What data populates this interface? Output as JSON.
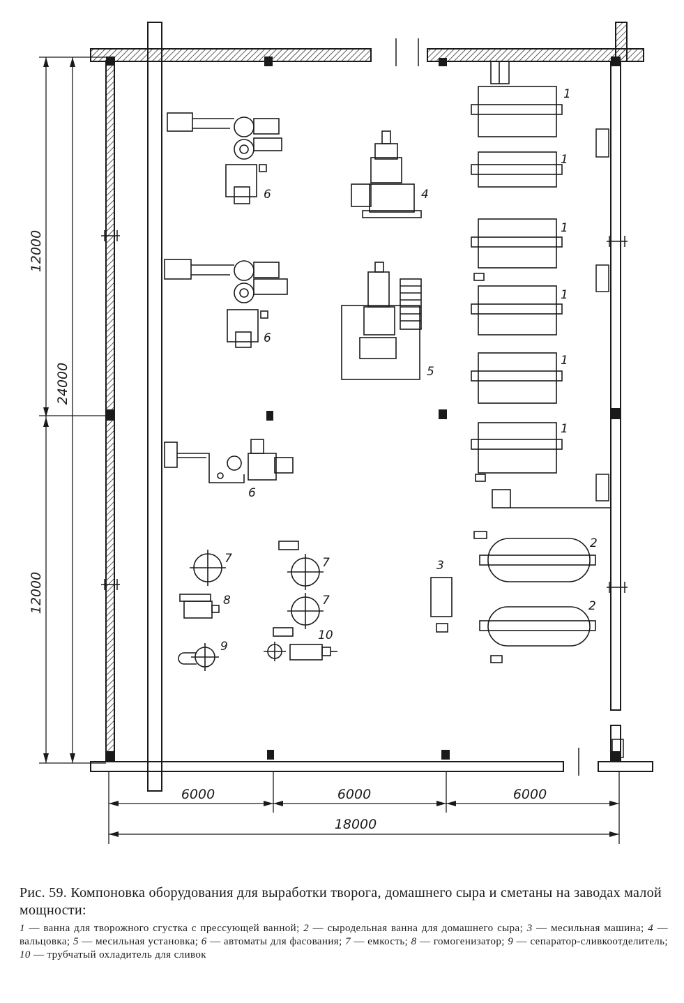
{
  "figure": {
    "number_label": "Рис. 59.",
    "title": "Компоновка оборудования для выработки творога, домашнего сыра и сметаны на заводах малой мощности:",
    "legend": [
      {
        "num": "1",
        "text": "ванна для творожного сгустка с прессующей ванной;"
      },
      {
        "num": "2",
        "text": "сыродельная ванна для домашнего сыра;"
      },
      {
        "num": "3",
        "text": "месильная машина;"
      },
      {
        "num": "4",
        "text": "вальцовка;"
      },
      {
        "num": "5",
        "text": "месильная установка;"
      },
      {
        "num": "6",
        "text": "автоматы для фасования;"
      },
      {
        "num": "7",
        "text": "емкость;"
      },
      {
        "num": "8",
        "text": "гомогенизатор;"
      },
      {
        "num": "9",
        "text": "сепаратор-сливкоотделитель;"
      },
      {
        "num": "10",
        "text": "трубчатый охладитель для сливок"
      }
    ]
  },
  "dimensions": {
    "vertical_upper": "12000",
    "vertical_total": "24000",
    "vertical_lower": "12000",
    "horizontal_bay_1": "6000",
    "horizontal_bay_2": "6000",
    "horizontal_bay_3": "6000",
    "horizontal_total": "18000"
  },
  "equipment_labels": {
    "bath_curd": "1",
    "bath_cheese": "2",
    "kneading_machine": "3",
    "rolling_mill": "4",
    "kneading_unit": "5",
    "filling_automat": "6",
    "tank": "7",
    "homogenizer": "8",
    "separator": "9",
    "cooler": "10"
  }
}
